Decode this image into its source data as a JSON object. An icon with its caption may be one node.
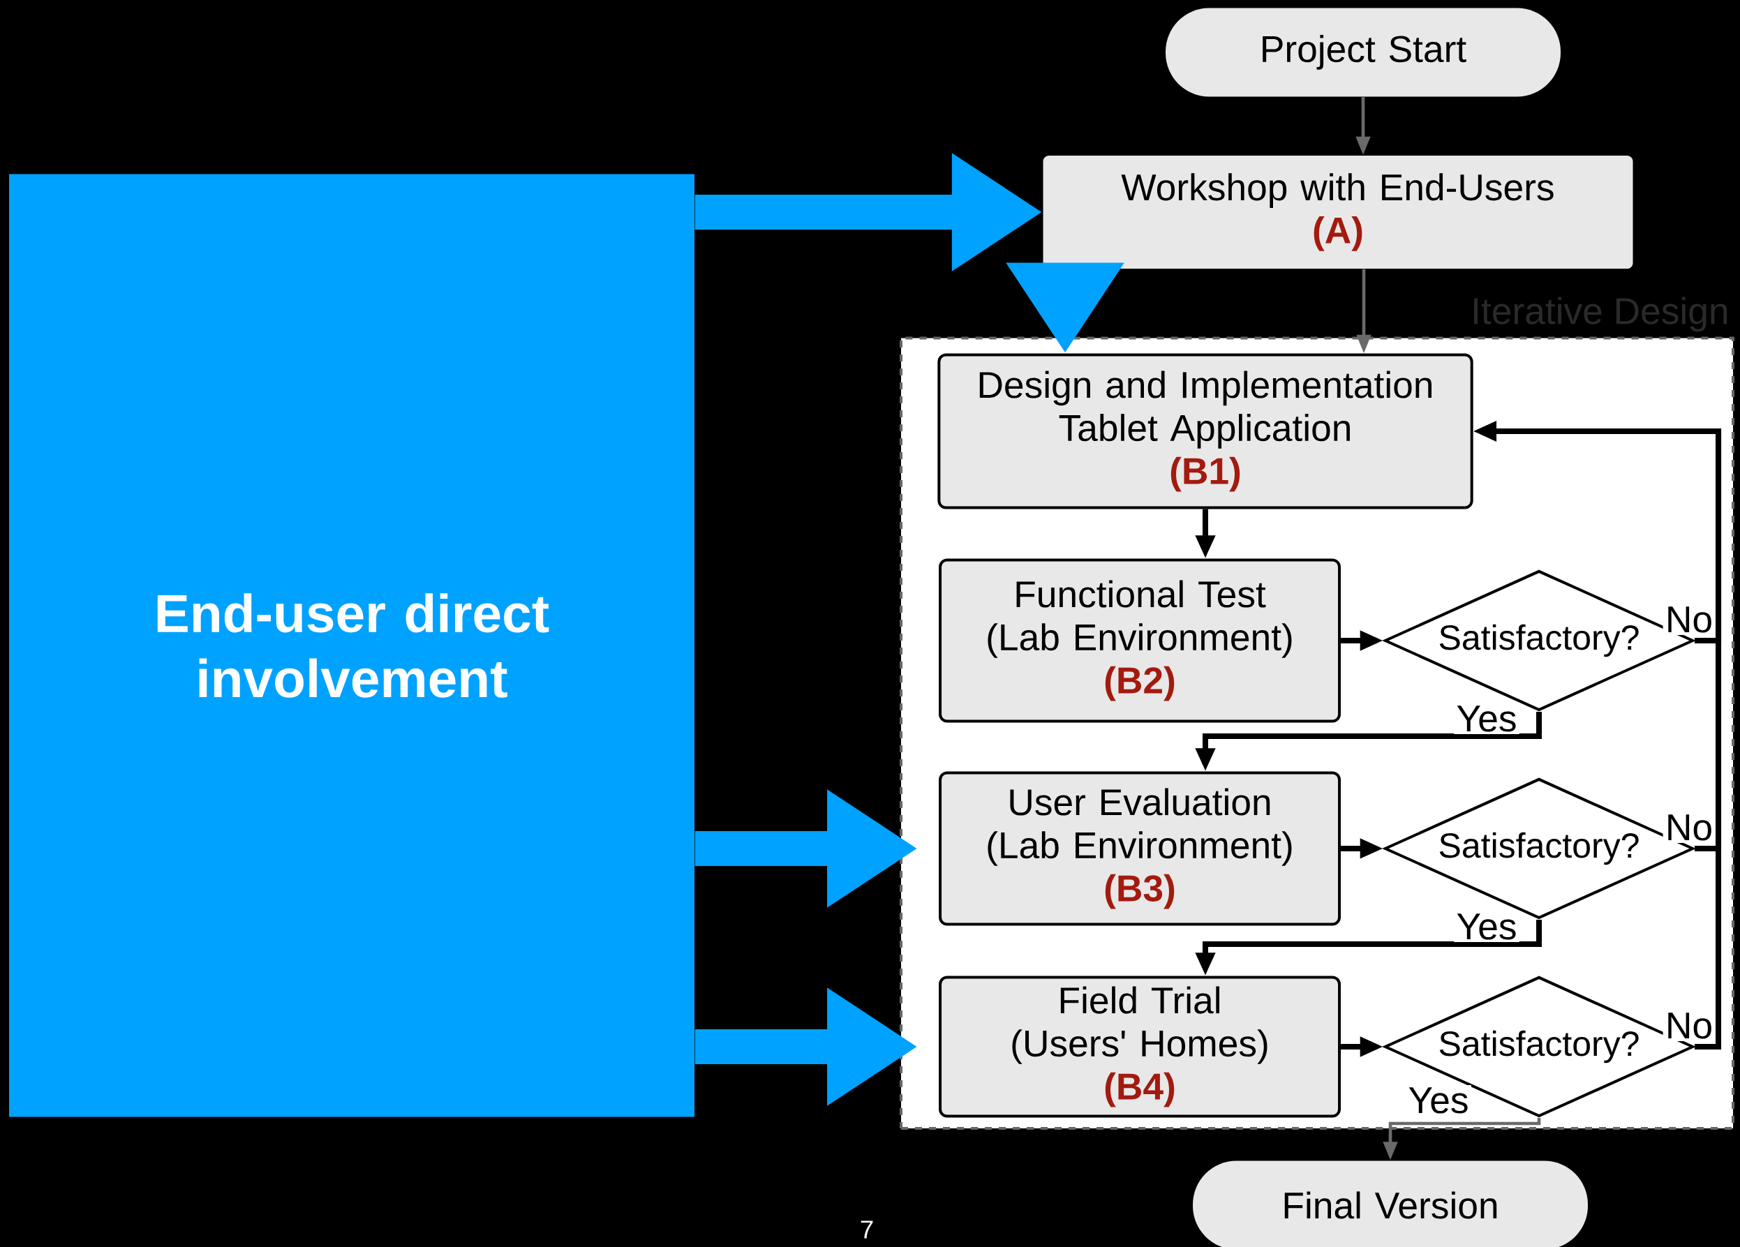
{
  "diagram": {
    "nodes": [
      {
        "text": [
          "Project Start"
        ]
      },
      {
        "text": [
          "Workshop with End-Users",
          "(A)"
        ]
      },
      {
        "text": [
          "Iterative Design"
        ]
      },
      {
        "text": [
          "Design and Implementation Tablet Application",
          "(B1)"
        ],
        "in": 2
      },
      {
        "text": [
          "Functional Test (Lab Environment)",
          "(B2)"
        ],
        "in": 2
      },
      {
        "text": [
          "Satisfactory?"
        ],
        "in": 2
      },
      {
        "text": [
          "User Evaluation (Lab Environment)",
          "(B3)"
        ],
        "in": 2
      },
      {
        "text": [
          "Satisfactory?"
        ],
        "in": 2
      },
      {
        "text": [
          "Field Trial (Users' Homes)",
          "(B4)"
        ],
        "in": 2
      },
      {
        "text": [
          "Satisfactory?"
        ],
        "in": 2
      },
      {
        "text": [
          "Final Version"
        ]
      },
      {
        "text": [
          "End-user direct involvement"
        ]
      }
    ],
    "edges": [
      {
        "from": 0,
        "to": 1,
        "arrow": "to",
        "color": "#6a6a6a"
      },
      {
        "from": 1,
        "to": 3,
        "arrow": "to",
        "color": "#6a6a6a"
      },
      {
        "from": 1,
        "to": 3,
        "arrow": "to",
        "style": "thick",
        "color": "#00a2ff"
      },
      {
        "from": 11,
        "to": 1,
        "arrow": "to",
        "style": "thick",
        "color": "#00a2ff"
      },
      {
        "from": 11,
        "to": 6,
        "arrow": "to",
        "style": "thick",
        "color": "#00a2ff"
      },
      {
        "from": 11,
        "to": 8,
        "arrow": "to",
        "style": "thick",
        "color": "#00a2ff"
      },
      {
        "from": 3,
        "to": 4,
        "arrow": "to"
      },
      {
        "from": 4,
        "to": 5,
        "arrow": "to"
      },
      {
        "from": 5,
        "to": 3,
        "arrow": "to",
        "label": "No"
      },
      {
        "from": 5,
        "to": 6,
        "arrow": "to",
        "label": "Yes"
      },
      {
        "from": 6,
        "to": 7,
        "arrow": "to"
      },
      {
        "from": 7,
        "to": 3,
        "arrow": "to",
        "label": "No"
      },
      {
        "from": 7,
        "to": 8,
        "arrow": "to",
        "label": "Yes"
      },
      {
        "from": 8,
        "to": 9,
        "arrow": "to"
      },
      {
        "from": 9,
        "to": 3,
        "arrow": "to",
        "label": "No"
      },
      {
        "from": 9,
        "to": 10,
        "arrow": "to",
        "color": "#6a6a6a",
        "label": "Yes"
      }
    ],
    "labels": [
      "7"
    ]
  }
}
